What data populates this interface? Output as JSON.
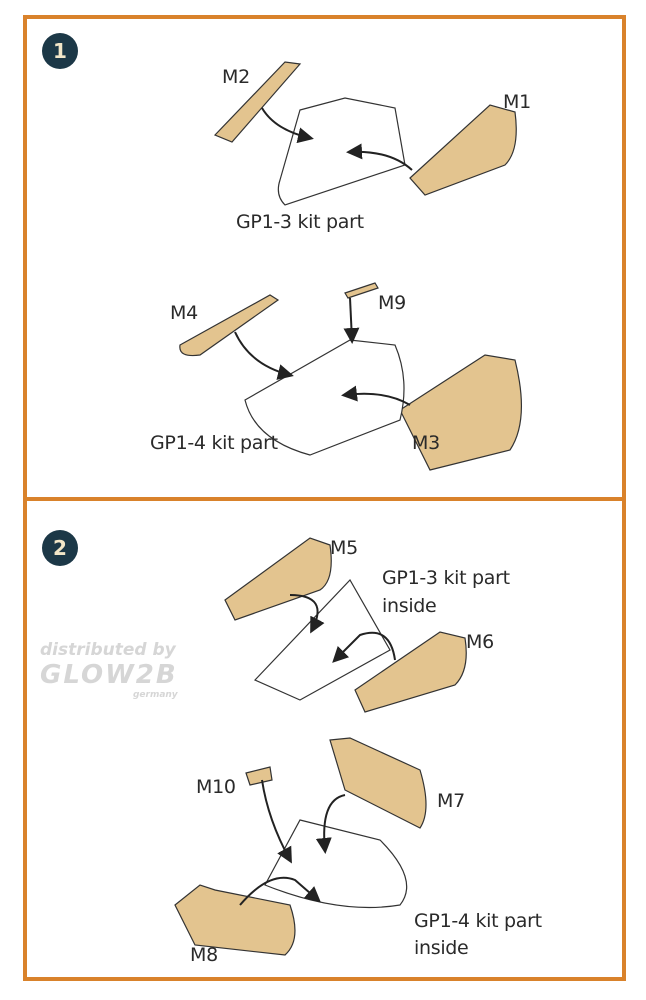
{
  "steps": [
    {
      "number": "1",
      "labels": {
        "m2": "M2",
        "m1": "M1",
        "gp13": "GP1-3 kit part",
        "m4": "M4",
        "m9": "M9",
        "gp14": "GP1-4 kit part",
        "m3": "M3"
      }
    },
    {
      "number": "2",
      "labels": {
        "m5": "M5",
        "gp13": "GP1-3 kit part",
        "gp13b": "inside",
        "m6": "M6",
        "m10": "M10",
        "m7": "M7",
        "gp14": "GP1-4 kit part",
        "gp14b": "inside",
        "m8": "M8"
      }
    }
  ],
  "watermark": {
    "line1": "distributed by",
    "line2": "GLOW2B",
    "line3": "germany"
  },
  "colors": {
    "border": "#d9822b",
    "badge": "#1c3847",
    "part_fill": "#e3c48f"
  }
}
